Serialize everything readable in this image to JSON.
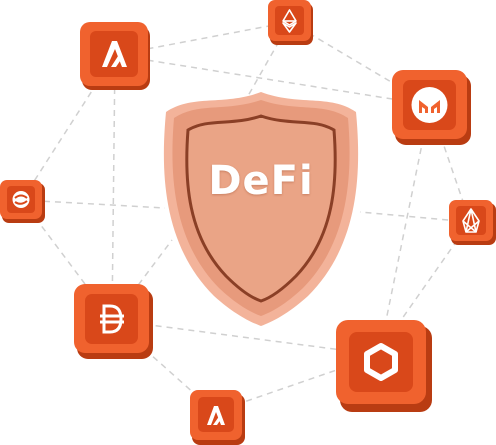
{
  "illustration": {
    "center_label": "DeFi",
    "colors": {
      "tile_orange": "#f0622e",
      "tile_dark": "#b93c12",
      "tile_light": "#ff8a5a",
      "shield_fill": "#e79a7c",
      "shield_rim": "#f3b39a",
      "shield_inner_stroke": "#8a3f26",
      "connector": "#d0d0d0"
    },
    "tokens": [
      {
        "name": "algorand-token-top",
        "icon": "algorand-icon"
      },
      {
        "name": "ethereum-token",
        "icon": "ethereum-icon"
      },
      {
        "name": "maker-token",
        "icon": "maker-icon"
      },
      {
        "name": "swipe-token",
        "icon": "swipe-icon"
      },
      {
        "name": "eos-token",
        "icon": "eos-icon"
      },
      {
        "name": "dai-token",
        "icon": "dai-icon"
      },
      {
        "name": "chainlink-token",
        "icon": "chainlink-icon"
      },
      {
        "name": "algorand-token-bottom",
        "icon": "algorand-icon"
      }
    ]
  }
}
